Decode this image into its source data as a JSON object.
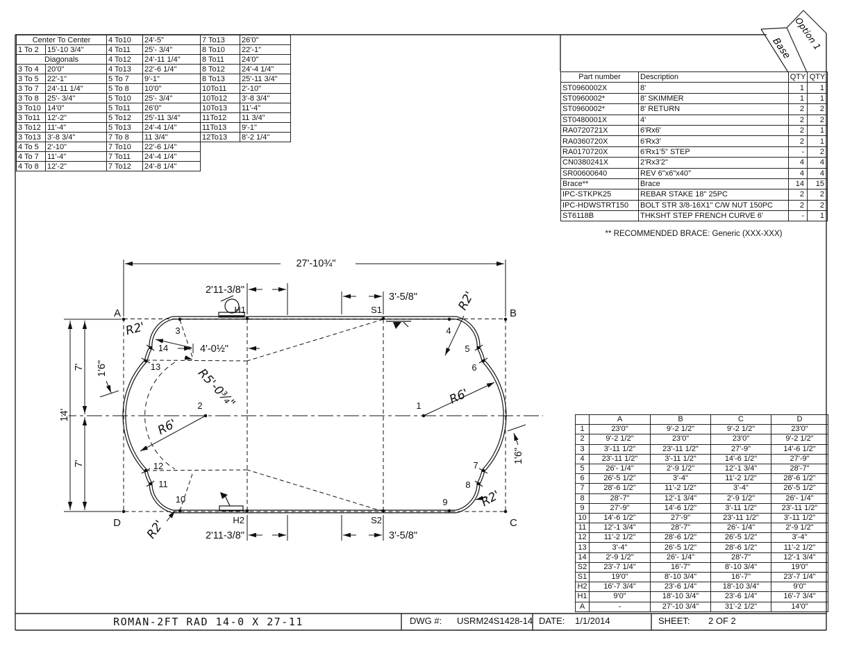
{
  "sheet": {
    "title": "ROMAN-2FT RAD 14-0 X 27-11",
    "dwg_label": "DWG #:",
    "dwg_value": "USRM24S1428-14",
    "date_label": "DATE:",
    "date_value": "1/1/2014",
    "sheet_label": "SHEET:",
    "sheet_value": "2 OF 2"
  },
  "center_table": {
    "header": "Center To Center",
    "subheader": "Diagonals",
    "rows_a": [
      [
        "1 To 2",
        "15'-10 3/4\""
      ]
    ],
    "rows_b": [
      [
        "3 To 4",
        "20'0\""
      ],
      [
        "3 To 5",
        "22'-1\""
      ],
      [
        "3 To 7",
        "24'-11 1/4\""
      ],
      [
        "3 To 8",
        "25'- 3/4\""
      ],
      [
        "3 To10",
        "14'0\""
      ],
      [
        "3 To11",
        "12'-2\""
      ],
      [
        "3 To12",
        "11'-4\""
      ],
      [
        "3 To13",
        "3'-8 3/4\""
      ],
      [
        "4 To 5",
        "2'-10\""
      ],
      [
        "4 To 7",
        "11'-4\""
      ],
      [
        "4 To 8",
        "12'-2\""
      ]
    ],
    "col2": [
      [
        "4 To10",
        "24'-5\""
      ],
      [
        "4 To11",
        "25'- 3/4\""
      ],
      [
        "4 To12",
        "24'-11 1/4\""
      ],
      [
        "4 To13",
        "22'-6 1/4\""
      ],
      [
        "5 To 7",
        "9'-1\""
      ],
      [
        "5 To 8",
        "10'0\""
      ],
      [
        "5 To10",
        "25'- 3/4\""
      ],
      [
        "5 To11",
        "26'0\""
      ],
      [
        "5 To12",
        "25'-11 3/4\""
      ],
      [
        "5 To13",
        "24'-4 1/4\""
      ],
      [
        "7 To 8",
        "11 3/4\""
      ],
      [
        "7 To10",
        "22'-6 1/4\""
      ],
      [
        "7 To11",
        "24'-4 1/4\""
      ],
      [
        "7 To12",
        "24'-8 1/4\""
      ]
    ],
    "col3": [
      [
        "7 To13",
        "26'0\""
      ],
      [
        "8 To10",
        "22'-1\""
      ],
      [
        "8 To11",
        "24'0\""
      ],
      [
        "8 To12",
        "24'-4 1/4\""
      ],
      [
        "8 To13",
        "25'-11 3/4\""
      ],
      [
        "10To11",
        "2'-10\""
      ],
      [
        "10To12",
        "3'-8 3/4\""
      ],
      [
        "10To13",
        "11'-4\""
      ],
      [
        "11To12",
        "11 3/4\""
      ],
      [
        "11To13",
        "9'-1\""
      ],
      [
        "12To13",
        "8'-2 1/4\""
      ]
    ]
  },
  "parts_table": {
    "corner_labels": [
      "Base",
      "Option 1"
    ],
    "headers": [
      "Part number",
      "Description",
      "QTY",
      "QTY"
    ],
    "rows": [
      [
        "ST0960002X",
        "8'",
        "1",
        "1"
      ],
      [
        "ST0960002*",
        "8' SKIMMER",
        "1",
        "1"
      ],
      [
        "ST0960002*",
        "8' RETURN",
        "2",
        "2"
      ],
      [
        "ST0480001X",
        "4'",
        "2",
        "2"
      ],
      [
        "RA0720721X",
        "6'Rx6'",
        "2",
        "1"
      ],
      [
        "RA0360720X",
        "6'Rx3'",
        "2",
        "1"
      ],
      [
        "RA0170720X",
        "6'Rx1'5\" STEP",
        "-",
        "2"
      ],
      [
        "CN0380241X",
        "2'Rx3'2\"",
        "4",
        "4"
      ],
      [
        "SR00600640",
        "REV 6\"x6\"x40°",
        "4",
        "4"
      ],
      [
        "Brace**",
        "Brace",
        "14",
        "15"
      ],
      [
        "IPC-STKPK25",
        "REBAR STAKE 18\" 25PC",
        "2",
        "2"
      ],
      [
        "IPC-HDWSTRT150",
        "BOLT STR 3/8-16X1\" C/W NUT 150PC",
        "2",
        "2"
      ],
      [
        "ST6118B",
        "THKSHT STEP FRENCH CURVE 6'",
        "-",
        "1"
      ]
    ],
    "footnote": "** RECOMMENDED BRACE:  Generic (XXX-XXX)"
  },
  "coord_table": {
    "headers": [
      "",
      "A",
      "B",
      "C",
      "D"
    ],
    "rows": [
      [
        "1",
        "23'0\"",
        "9'-2 1/2\"",
        "9'-2 1/2\"",
        "23'0\""
      ],
      [
        "2",
        "9'-2 1/2\"",
        "23'0\"",
        "23'0\"",
        "9'-2 1/2\""
      ],
      [
        "3",
        "3'-11 1/2\"",
        "23'-11 1/2\"",
        "27'-9\"",
        "14'-6 1/2\""
      ],
      [
        "4",
        "23'-11 1/2\"",
        "3'-11 1/2\"",
        "14'-6 1/2\"",
        "27'-9\""
      ],
      [
        "5",
        "26'- 1/4\"",
        "2'-9 1/2\"",
        "12'-1 3/4\"",
        "28'-7\""
      ],
      [
        "6",
        "26'-5 1/2\"",
        "3'-4\"",
        "11'-2 1/2\"",
        "28'-6 1/2\""
      ],
      [
        "7",
        "28'-6 1/2\"",
        "11'-2 1/2\"",
        "3'-4\"",
        "26'-5 1/2\""
      ],
      [
        "8",
        "28'-7\"",
        "12'-1 3/4\"",
        "2'-9 1/2\"",
        "26'- 1/4\""
      ],
      [
        "9",
        "27'-9\"",
        "14'-6 1/2\"",
        "3'-11 1/2\"",
        "23'-11 1/2\""
      ],
      [
        "10",
        "14'-6 1/2\"",
        "27'-9\"",
        "23'-11 1/2\"",
        "3'-11 1/2\""
      ],
      [
        "11",
        "12'-1 3/4\"",
        "28'-7\"",
        "26'- 1/4\"",
        "2'-9 1/2\""
      ],
      [
        "12",
        "11'-2 1/2\"",
        "28'-6 1/2\"",
        "26'-5 1/2\"",
        "3'-4\""
      ],
      [
        "13",
        "3'-4\"",
        "26'-5 1/2\"",
        "28'-6 1/2\"",
        "11'-2 1/2\""
      ],
      [
        "14",
        "2'-9 1/2\"",
        "26'- 1/4\"",
        "28'-7\"",
        "12'-1 3/4\""
      ],
      [
        "S2",
        "23'-7 1/4\"",
        "16'-7\"",
        "8'-10 3/4\"",
        "19'0\""
      ],
      [
        "S1",
        "19'0\"",
        "8'-10 3/4\"",
        "16'-7\"",
        "23'-7 1/4\""
      ],
      [
        "H2",
        "16'-7 3/4\"",
        "23'-6 1/4\"",
        "18'-10 3/4\"",
        "9'0\""
      ],
      [
        "H1",
        "9'0\"",
        "18'-10 3/4\"",
        "23'-6 1/4\"",
        "16'-7 3/4\""
      ],
      [
        "A",
        "-",
        "27'-10 3/4\"",
        "31'-2 1/2\"",
        "14'0\""
      ]
    ]
  },
  "drawing": {
    "dim_overall": "27'-10¾\"",
    "dim_skimmer_top": "2'11-3/8\"",
    "dim_return_top": "3'-5/8\"",
    "dim_skimmer_bottom": "2'11-3/8\"",
    "dim_return_bottom": "3'-5/8\"",
    "dim_width": "14'",
    "dim_half_upper": "7'",
    "dim_half_lower": "7'",
    "dim_bulge_left": "1'6\"",
    "dim_bulge_right": "1'6\"",
    "dim_step": "4'-0½\"",
    "radius_corner": "R2'",
    "radius_main": "R6'",
    "radius_step": "R5'-0¾\"",
    "corners": [
      "A",
      "B",
      "C",
      "D"
    ],
    "fittings": {
      "h1": "H1",
      "h2": "H2",
      "s1": "S1",
      "s2": "S2"
    },
    "point_labels": [
      "1",
      "2",
      "3",
      "4",
      "5",
      "6",
      "7",
      "8",
      "9",
      "10",
      "11",
      "12",
      "13",
      "14"
    ]
  }
}
